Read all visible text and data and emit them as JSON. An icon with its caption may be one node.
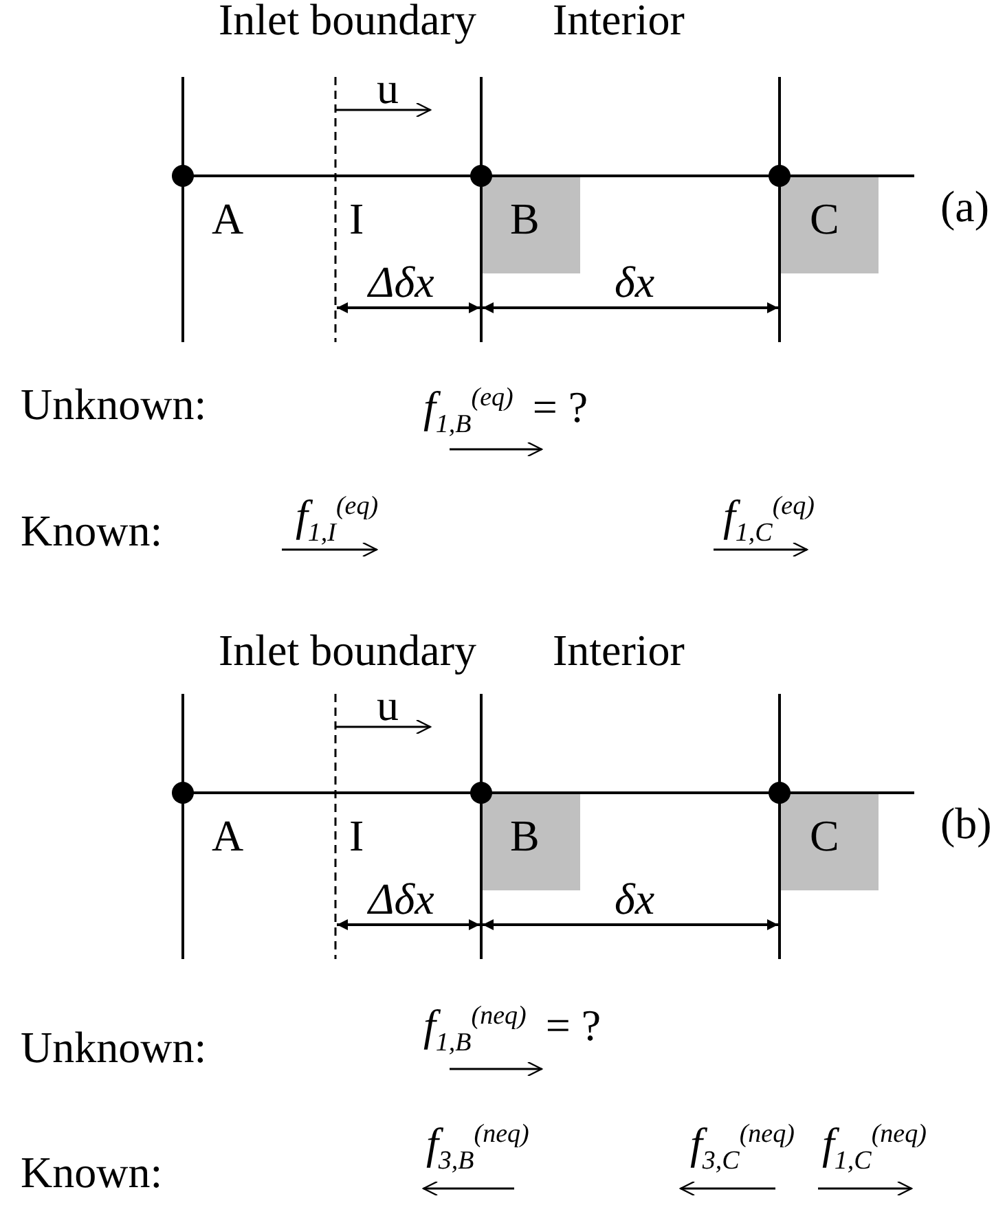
{
  "diagram": {
    "labels": [
      "Inlet boundary",
      "Interior",
      "u",
      "A",
      "I",
      "B",
      "C",
      "(a)",
      "Δδx",
      "δx",
      "Unknown:",
      "*f*$_{1,B}$$^{(eq)}$ = ?",
      "Known:",
      "*f*$_{1,I}$$^{(eq)}$",
      "*f*$_{1,C}$$^{(eq)}$",
      "Inlet boundary",
      "Interior",
      "u",
      "A",
      "I",
      "B",
      "C",
      "(b)",
      "Δδx",
      "δx",
      "Unknown:",
      "*f*$_{1,B}$$^{(neq)}$ = ?",
      "Known:",
      "*f*$_{3,B}$$^{(neq)}$",
      "*f*$_{3,C}$$^{(neq)}$",
      "*f*$_{1,C}$$^{(neq)}$"
    ]
  }
}
